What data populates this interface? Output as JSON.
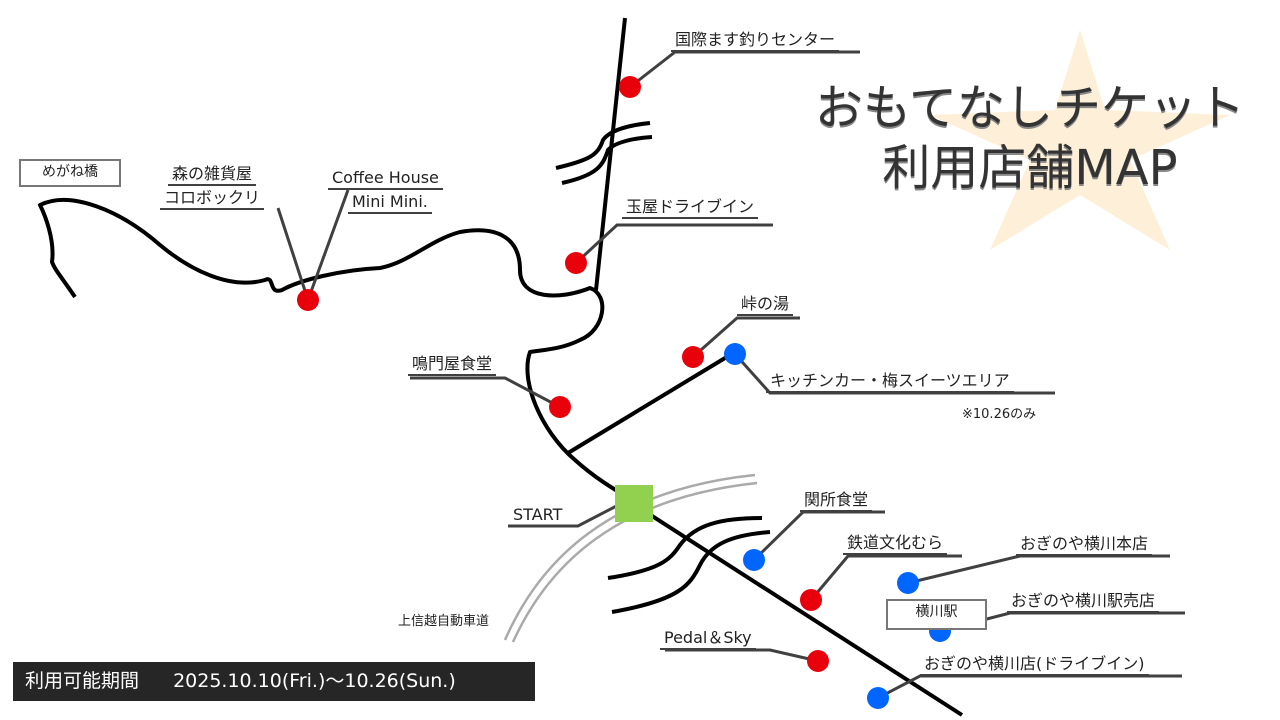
{
  "title": {
    "line1": "おもてなしチケット",
    "line2": "利用店舗MAP"
  },
  "landmarks": {
    "megane_bridge": "めがね橋",
    "yokokawa_station": "横川駅",
    "start": "START",
    "expressway": "上信越自動車道"
  },
  "shops": [
    {
      "name": "国際ます釣りセンター",
      "color": "red"
    },
    {
      "name": "玉屋ドライブイン",
      "color": "red"
    },
    {
      "name": "森の雑貨屋",
      "name2": "コロボックリ",
      "color": "red"
    },
    {
      "name": "Coffee House",
      "name2": "Mini Mini.",
      "color": "red"
    },
    {
      "name": "峠の湯",
      "color": "red"
    },
    {
      "name": "キッチンカー・梅スイーツエリア",
      "note": "※10.26のみ",
      "color": "blue"
    },
    {
      "name": "鳴門屋食堂",
      "color": "red"
    },
    {
      "name": "関所食堂",
      "color": "blue"
    },
    {
      "name": "鉄道文化むら",
      "color": "red"
    },
    {
      "name": "おぎのや横川本店",
      "color": "blue"
    },
    {
      "name": "おぎのや横川駅売店",
      "color": "blue"
    },
    {
      "name": "Pedal＆Sky",
      "color": "red"
    },
    {
      "name": "おぎのや横川店(ドライブイン)",
      "color": "blue"
    }
  ],
  "period": {
    "label": "利用可能期間",
    "dates": "2025.10.10(Fri.)～10.26(Sun.)"
  },
  "colors": {
    "red": "#e8000b",
    "blue": "#0066ff",
    "start": "#92d050",
    "road": "#000000",
    "leader": "#404040"
  }
}
